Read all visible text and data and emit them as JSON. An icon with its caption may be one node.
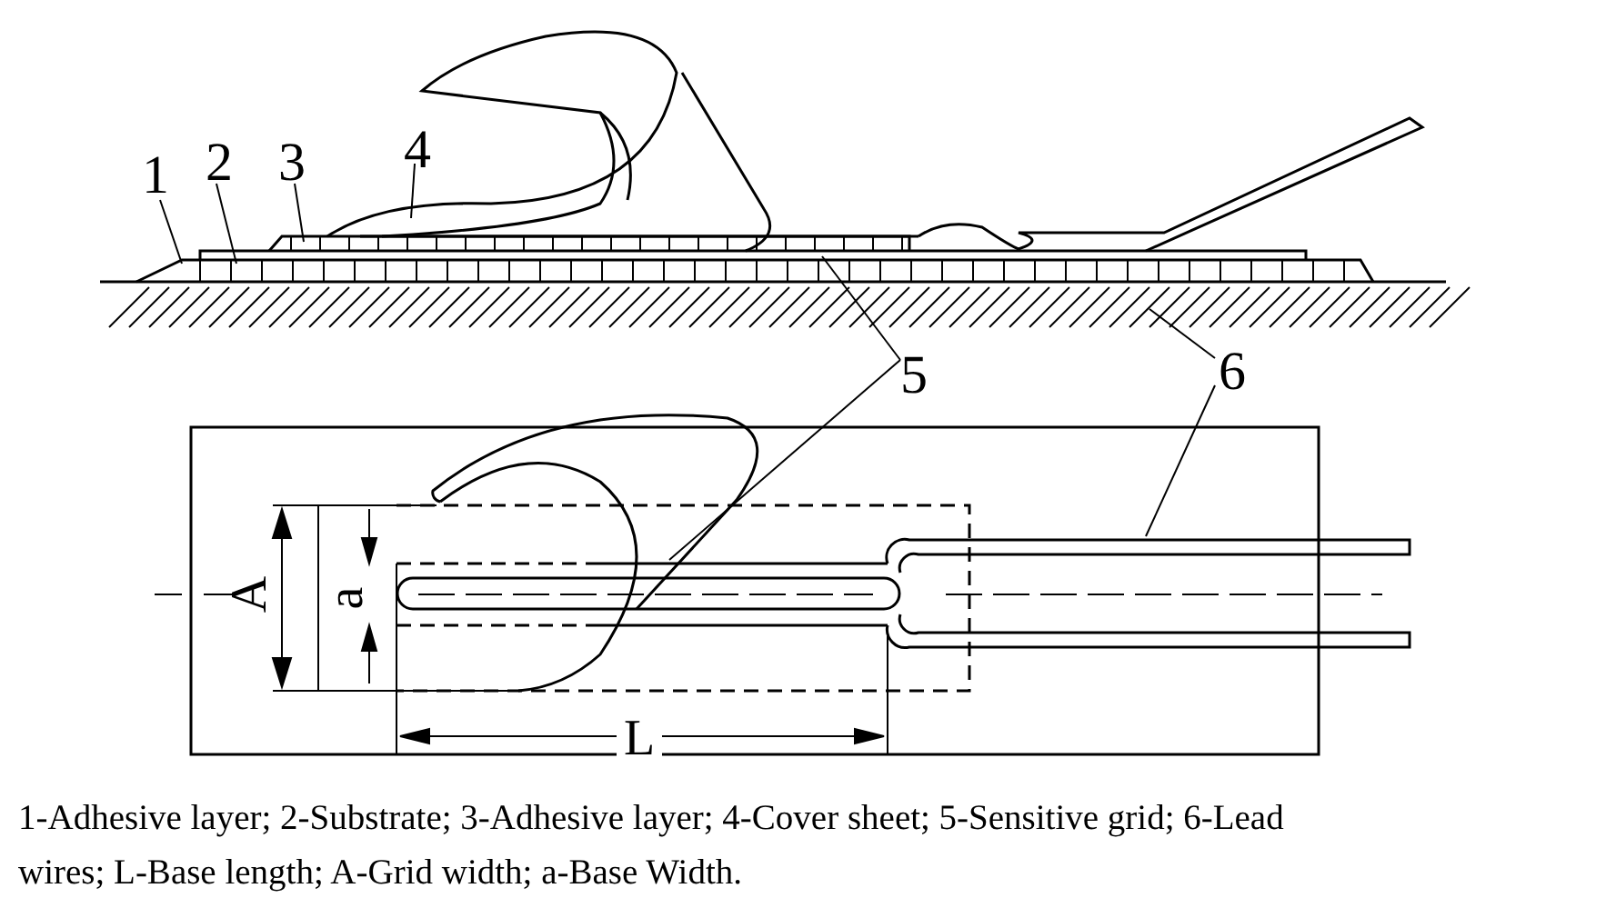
{
  "diagram": {
    "caption": "1-Adhesive layer; 2-Substrate;  3-Adhesive layer;   4-Cover sheet; 5-Sensitive grid; 6-Lead wires;   L-Base length; A-Grid width;  a-Base Width.",
    "nodes": [
      {
        "text": [
          "1"
        ]
      },
      {
        "text": [
          "2"
        ]
      },
      {
        "text": [
          "3"
        ]
      },
      {
        "text": [
          "4"
        ]
      },
      {
        "text": [
          "5"
        ]
      },
      {
        "text": [
          "6"
        ]
      }
    ],
    "edges": [
      {
        "from": 0,
        "to": null,
        "arrow": "none"
      },
      {
        "from": 1,
        "to": null,
        "arrow": "none"
      },
      {
        "from": 2,
        "to": null,
        "arrow": "none"
      },
      {
        "from": 3,
        "to": null,
        "arrow": "none"
      },
      {
        "from": 4,
        "to": null,
        "arrow": "none"
      },
      {
        "from": 4,
        "to": null,
        "arrow": "none"
      },
      {
        "from": 5,
        "to": null,
        "arrow": "none"
      },
      {
        "from": 5,
        "to": null,
        "arrow": "none"
      }
    ],
    "labels": [
      "A",
      "a",
      "L"
    ]
  }
}
